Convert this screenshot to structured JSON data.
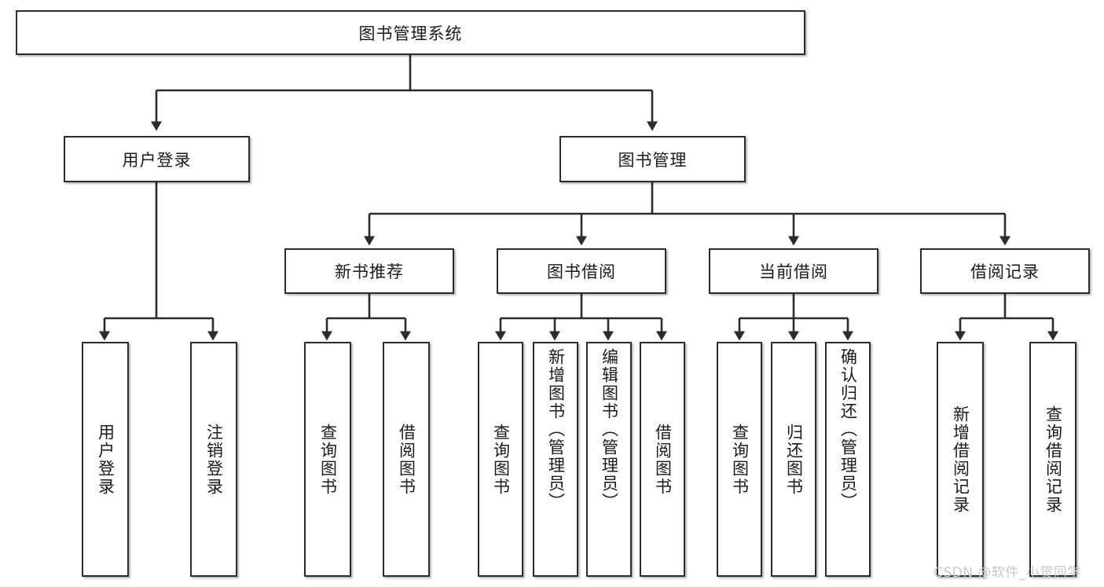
{
  "diagram": {
    "type": "tree-hierarchy",
    "title": "图书管理系统",
    "root": {
      "label": "图书管理系统"
    },
    "level2": [
      {
        "label": "用户登录"
      },
      {
        "label": "图书管理"
      }
    ],
    "level3": [
      {
        "label": "新书推荐"
      },
      {
        "label": "图书借阅"
      },
      {
        "label": "当前借阅"
      },
      {
        "label": "借阅记录"
      }
    ],
    "leaves": {
      "user_login": [
        {
          "label": "用户登录"
        },
        {
          "label": "注销登录"
        }
      ],
      "new_book_recommend": [
        {
          "label": "查询图书"
        },
        {
          "label": "借阅图书"
        }
      ],
      "book_borrow": [
        {
          "label": "查询图书"
        },
        {
          "label": "新增图书（管理员）"
        },
        {
          "label": "编辑图书（管理员）"
        },
        {
          "label": "借阅图书"
        }
      ],
      "current_borrow": [
        {
          "label": "查询图书"
        },
        {
          "label": "归还图书"
        },
        {
          "label": "确认归还（管理员）"
        }
      ],
      "borrow_record": [
        {
          "label": "新增借阅记录"
        },
        {
          "label": "查询借阅记录"
        }
      ]
    }
  },
  "watermark": {
    "text": "CSDN @软件_小贺同学"
  },
  "colors": {
    "box_border": "#2b2b2b",
    "box_fill": "#ffffff",
    "connector": "#2b2b2b",
    "text": "#1a1a1a",
    "watermark": "#c8c8c8"
  }
}
